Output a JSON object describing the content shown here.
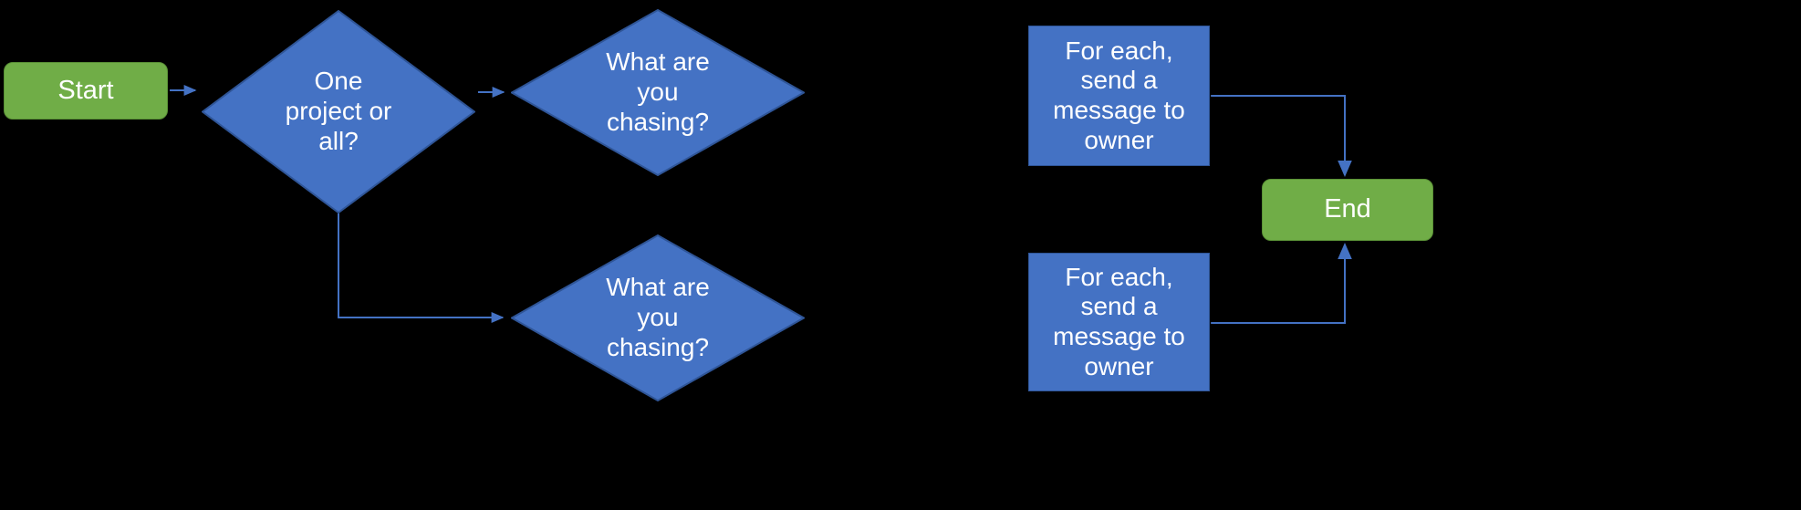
{
  "diagram": {
    "type": "flowchart",
    "background_color": "#000000",
    "palette": {
      "terminator_fill": "#70AD47",
      "terminator_stroke": "#5A9136",
      "process_fill": "#4472C4",
      "process_stroke": "#2F5597",
      "decision_fill": "#4472C4",
      "decision_stroke": "#2F5597",
      "connector_stroke": "#4472C4",
      "text_color": "#FFFFFF"
    },
    "nodes": [
      {
        "id": "start",
        "shape": "terminator",
        "label": "Start"
      },
      {
        "id": "decision1",
        "shape": "decision",
        "label": "One\nproject or\nall?"
      },
      {
        "id": "decision2",
        "shape": "decision",
        "label": "What are\nyou\nchasing?"
      },
      {
        "id": "decision3",
        "shape": "decision",
        "label": "What are\nyou\nchasing?"
      },
      {
        "id": "process-top",
        "shape": "process",
        "label": "For each,\nsend a\nmessage to\nowner"
      },
      {
        "id": "process-bottom",
        "shape": "process",
        "label": "For each,\nsend a\nmessage to\nowner"
      },
      {
        "id": "end",
        "shape": "terminator",
        "label": "End"
      }
    ],
    "edges": [
      {
        "from": "start",
        "to": "decision1",
        "style": "straight",
        "arrow": true
      },
      {
        "from": "decision1",
        "to": "decision2",
        "style": "straight",
        "arrow": true
      },
      {
        "from": "decision1",
        "to": "decision3",
        "style": "elbow",
        "arrow": true
      },
      {
        "from": "process-top",
        "to": "end",
        "style": "elbow",
        "arrow": true
      },
      {
        "from": "process-bottom",
        "to": "end",
        "style": "elbow",
        "arrow": true
      }
    ]
  }
}
